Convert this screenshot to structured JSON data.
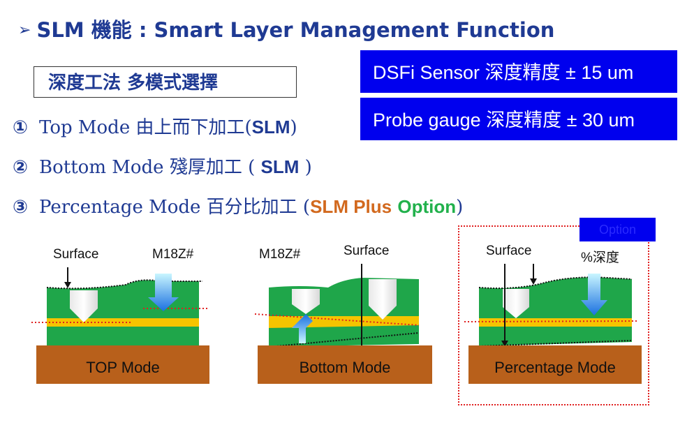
{
  "title": {
    "arrow": "➢",
    "text": "SLM 機能 : Smart  Layer  Management   Function"
  },
  "subtitle": "深度工法 多模式選擇",
  "accuracy": [
    {
      "text": "DSFi  Sensor 深度精度 ± 15 um"
    },
    {
      "text": "Probe gauge 深度精度 ± 30 um"
    }
  ],
  "modes": [
    {
      "num": "①",
      "text": "Top Mode 由上而下加工",
      "tag_open": "(",
      "tag": "SLM",
      "tag_close": ")"
    },
    {
      "num": "②",
      "text": "Bottom Mode 殘厚加工",
      "tag_open": " ( ",
      "tag": "SLM",
      "tag_close": " )"
    },
    {
      "num": "③",
      "text": "Percentage Mode 百分比加工",
      "tag_open": " (",
      "tag_a": "SLM Plus",
      "tag_b": "Option",
      "tag_close": ")"
    }
  ],
  "diagrams": {
    "top": {
      "surface": "Surface",
      "tool": "M18Z#",
      "base": "TOP  Mode"
    },
    "bottom": {
      "tool": "M18Z#",
      "surface": "Surface",
      "base": "Bottom  Mode"
    },
    "percentage": {
      "surface": "Surface",
      "depth": "%深度",
      "base": "Percentage  Mode",
      "option": "Option"
    }
  },
  "colors": {
    "blue_box": "#0000ee",
    "pcb_green": "#1fa64a",
    "copper": "#f5c400",
    "base_brown": "#b8601b",
    "orange": "#d2691e",
    "green_text": "#22b14c"
  }
}
